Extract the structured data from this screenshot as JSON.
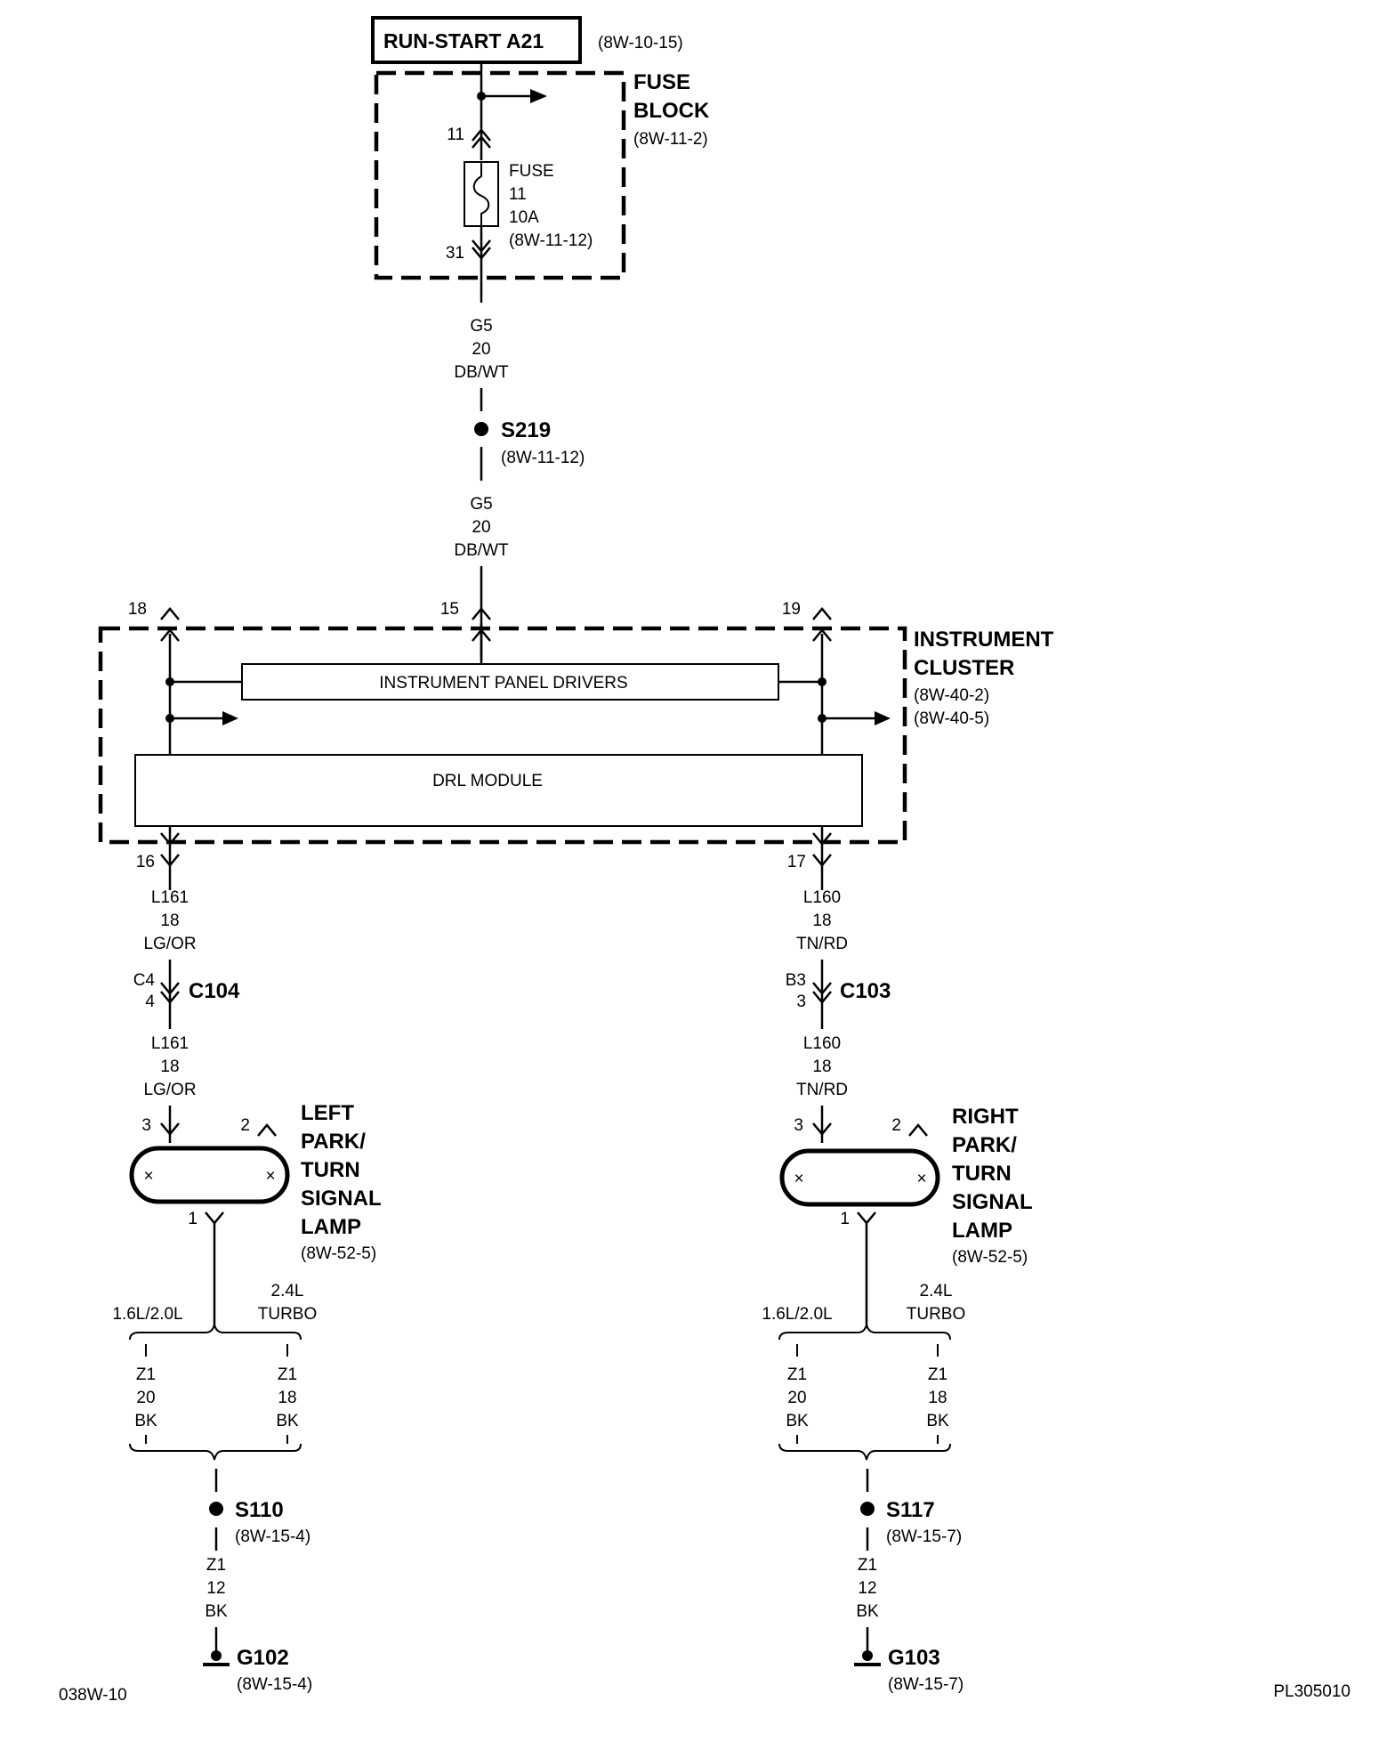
{
  "source": {
    "label": "RUN-START A21",
    "ref": "(8W-10-15)"
  },
  "fuse_block": {
    "title_line1": "FUSE",
    "title_line2": "BLOCK",
    "ref": "(8W-11-2)",
    "pin_in": "11",
    "pin_out": "31",
    "fuse": {
      "line1": "FUSE",
      "line2": "11",
      "line3": "10A",
      "ref": "(8W-11-12)"
    }
  },
  "wire_g5_top": {
    "circuit": "G5",
    "gauge": "20",
    "color": "DB/WT"
  },
  "splice_s219": {
    "label": "S219",
    "ref": "(8W-11-12)"
  },
  "wire_g5_bottom": {
    "circuit": "G5",
    "gauge": "20",
    "color": "DB/WT"
  },
  "instrument_cluster": {
    "title_line1": "INSTRUMENT",
    "title_line2": "CLUSTER",
    "ref1": "(8W-40-2)",
    "ref2": "(8W-40-5)",
    "pin_left_top": "18",
    "pin_mid_top": "15",
    "pin_right_top": "19",
    "pin_left_bottom": "16",
    "pin_right_bottom": "17",
    "panel_drivers": "INSTRUMENT PANEL DRIVERS",
    "drl_module": "DRL MODULE"
  },
  "left": {
    "wire_upper": {
      "circuit": "L161",
      "gauge": "18",
      "color": "LG/OR"
    },
    "connector": {
      "name": "C104",
      "pin_a": "C4",
      "pin_b": "4"
    },
    "wire_lower": {
      "circuit": "L161",
      "gauge": "18",
      "color": "LG/OR"
    },
    "lamp": {
      "line1": "LEFT",
      "line2": "PARK/",
      "line3": "TURN",
      "line4": "SIGNAL",
      "line5": "LAMP",
      "ref": "(8W-52-5)",
      "pin3": "3",
      "pin2": "2",
      "pin1": "1"
    },
    "option_a": "1.6L/2.0L",
    "option_b_line1": "2.4L",
    "option_b_line2": "TURBO",
    "wire_a": {
      "circuit": "Z1",
      "gauge": "20",
      "color": "BK"
    },
    "wire_b": {
      "circuit": "Z1",
      "gauge": "18",
      "color": "BK"
    },
    "splice": {
      "label": "S110",
      "ref": "(8W-15-4)"
    },
    "ground_wire": {
      "circuit": "Z1",
      "gauge": "12",
      "color": "BK"
    },
    "ground": {
      "label": "G102",
      "ref": "(8W-15-4)"
    }
  },
  "right": {
    "wire_upper": {
      "circuit": "L160",
      "gauge": "18",
      "color": "TN/RD"
    },
    "connector": {
      "name": "C103",
      "pin_a": "B3",
      "pin_b": "3"
    },
    "wire_lower": {
      "circuit": "L160",
      "gauge": "18",
      "color": "TN/RD"
    },
    "lamp": {
      "line1": "RIGHT",
      "line2": "PARK/",
      "line3": "TURN",
      "line4": "SIGNAL",
      "line5": "LAMP",
      "ref": "(8W-52-5)",
      "pin3": "3",
      "pin2": "2",
      "pin1": "1"
    },
    "option_a": "1.6L/2.0L",
    "option_b_line1": "2.4L",
    "option_b_line2": "TURBO",
    "wire_a": {
      "circuit": "Z1",
      "gauge": "20",
      "color": "BK"
    },
    "wire_b": {
      "circuit": "Z1",
      "gauge": "18",
      "color": "BK"
    },
    "splice": {
      "label": "S117",
      "ref": "(8W-15-7)"
    },
    "ground_wire": {
      "circuit": "Z1",
      "gauge": "12",
      "color": "BK"
    },
    "ground": {
      "label": "G103",
      "ref": "(8W-15-7)"
    }
  },
  "footer": {
    "left_code": "038W-10",
    "right_code": "PL305010"
  }
}
